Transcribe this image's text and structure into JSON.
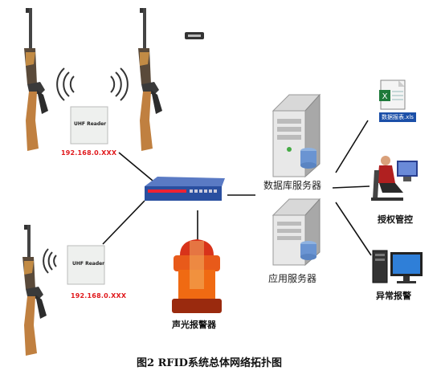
{
  "readers": [
    {
      "label": "UHF Reader",
      "ip": "192.168.0.XXX"
    },
    {
      "label": "UHF Reader",
      "ip": "192.168.0.XXX"
    }
  ],
  "servers": {
    "database": "数据库服务器",
    "application": "应用服务器"
  },
  "alarm": {
    "label": "声光报警器"
  },
  "right": {
    "file_label": "数据报表.xls",
    "auth_label": "授权管控",
    "alert_label": "异常报警"
  },
  "caption": "图2 RFID系统总体网络拓扑图",
  "colors": {
    "ip_text": "#e0181b",
    "switch_blue": "#2a4fa0",
    "line": "#111111"
  }
}
